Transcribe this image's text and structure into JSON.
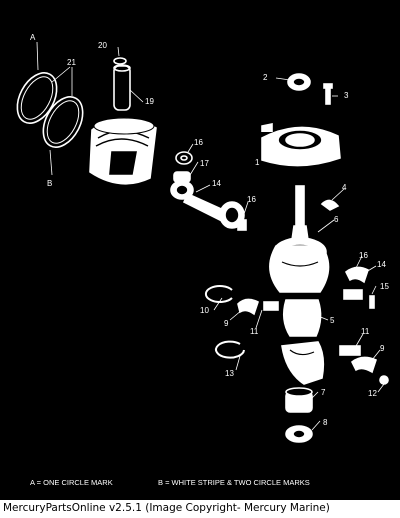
{
  "diagram": {
    "callouts": {
      "c1": "1",
      "c2": "2",
      "c3": "3",
      "c4": "4",
      "c5": "5",
      "c6": "6",
      "c7": "7",
      "c8": "8",
      "c9a": "9",
      "c9b": "9",
      "c10": "10",
      "c11a": "11",
      "c11b": "11",
      "c12": "12",
      "c13": "13",
      "c14a": "14",
      "c14b": "14",
      "c15": "15",
      "c16a": "16",
      "c16b": "16",
      "c16c": "16",
      "c17": "17",
      "c19": "19",
      "c20": "20",
      "c21": "21",
      "cA": "A",
      "cB": "B"
    },
    "legend_a": "A = ONE CIRCLE MARK",
    "legend_b": "B = WHITE STRIPE & TWO CIRCLE MARKS"
  },
  "footer": {
    "caption": "MercuryPartsOnline v2.5.1 (Image Copyright- Mercury Marine)"
  },
  "colors": {
    "background": "#000000",
    "line_art": "#ffffff",
    "caption_text": "#000000"
  }
}
